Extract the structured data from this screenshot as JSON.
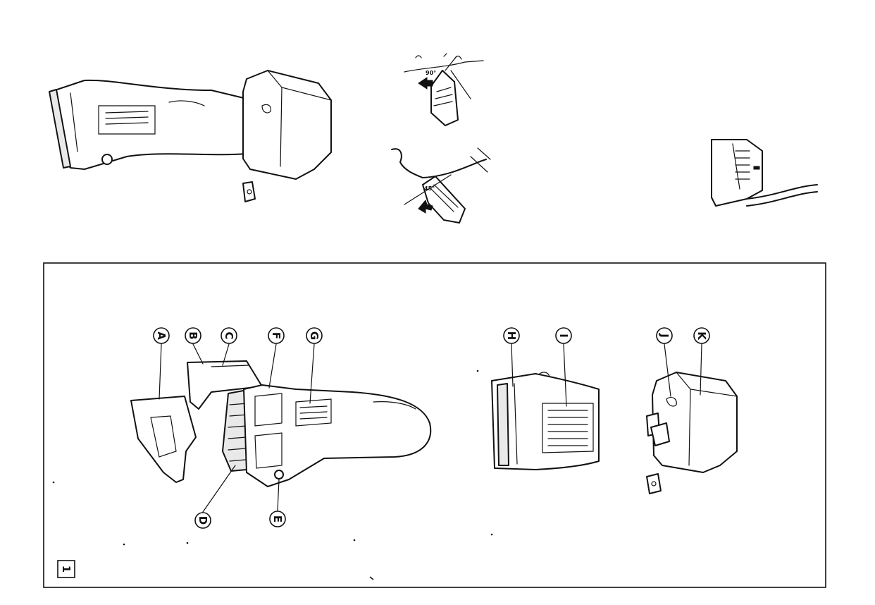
{
  "figure": {
    "number": "1",
    "part_labels": [
      "A",
      "B",
      "C",
      "D",
      "E",
      "F",
      "G",
      "H",
      "I",
      "J",
      "K"
    ]
  },
  "shaving_angle_labels": [
    "90°",
    "45°"
  ]
}
